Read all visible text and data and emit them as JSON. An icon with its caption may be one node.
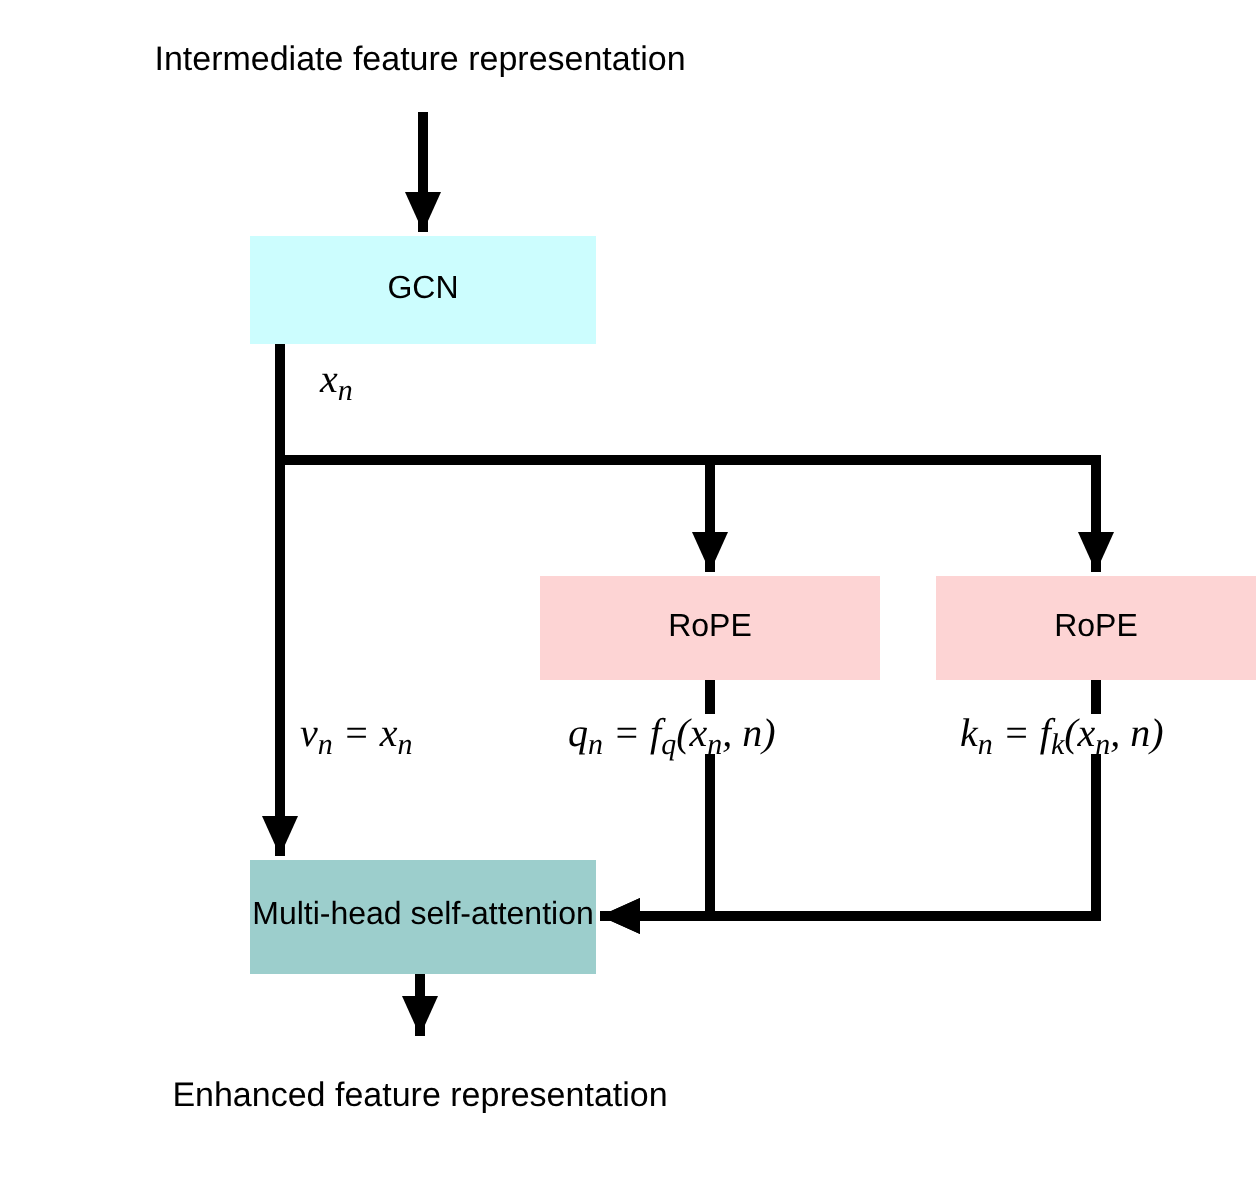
{
  "diagram": {
    "nodes": [
      {
        "text": [
          "Intermediate feature representation"
        ]
      },
      {
        "text": [
          "GCN"
        ]
      },
      {
        "text": [
          "RoPE"
        ]
      },
      {
        "text": [
          "RoPE"
        ]
      },
      {
        "text": [
          "Multi-head self-attention"
        ]
      },
      {
        "text": [
          "Enhanced feature representation"
        ]
      }
    ],
    "edges": [
      {
        "from": 0,
        "to": 1,
        "arrow": "to"
      },
      {
        "from": 1,
        "to": 4,
        "arrow": "to"
      },
      {
        "from": 1,
        "to": 2,
        "arrow": "to"
      },
      {
        "from": 1,
        "to": 3,
        "arrow": "to"
      },
      {
        "from": 2,
        "to": 4,
        "arrow": "to"
      },
      {
        "from": 3,
        "to": 4,
        "arrow": "to"
      },
      {
        "from": 4,
        "to": 5,
        "arrow": "to"
      }
    ],
    "labels": [
      "x$_{n}$",
      "v$_{n}$ = x$_{n}$",
      "q$_{n}$ = f$_{q}$(x$_{n}$, n)",
      "k$_{n}$ = f$_{k}$(x$_{n}$, n)"
    ]
  }
}
